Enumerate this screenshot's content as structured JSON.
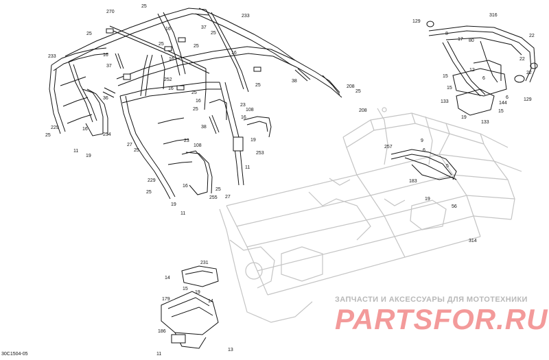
{
  "diagram": {
    "document_id": "30C1504-05",
    "watermark": {
      "tagline": "ЗАПЧАСТИ И АКСЕССУАРЫ ДЛЯ МОТОТЕХНИКИ",
      "logo": "PARTSFOR.RU"
    },
    "callouts": [
      "270",
      "25",
      "233",
      "25",
      "16",
      "37",
      "25",
      "16",
      "25",
      "16",
      "25",
      "233",
      "37",
      "16",
      "25",
      "252",
      "16",
      "25",
      "36",
      "16",
      "38",
      "208",
      "25",
      "208",
      "229",
      "25",
      "16",
      "254",
      "11",
      "19",
      "27",
      "25",
      "25",
      "23",
      "108",
      "16",
      "38",
      "23",
      "108",
      "19",
      "253",
      "11",
      "229",
      "25",
      "16",
      "19",
      "255",
      "11",
      "25",
      "27",
      "316",
      "129",
      "8",
      "17",
      "80",
      "22",
      "22",
      "22",
      "15",
      "12",
      "6",
      "6",
      "144",
      "133",
      "129",
      "15",
      "133",
      "19",
      "15",
      "9",
      "257",
      "6",
      "5",
      "183",
      "19",
      "56",
      "314",
      "231",
      "14",
      "15",
      "19",
      "14",
      "179",
      "186",
      "11",
      "13"
    ]
  },
  "colors": {
    "ink": "#111111",
    "frame_ghost": "#c4c4c4",
    "watermark_red": "#f39a9a",
    "watermark_gray": "#b8b8b8"
  }
}
